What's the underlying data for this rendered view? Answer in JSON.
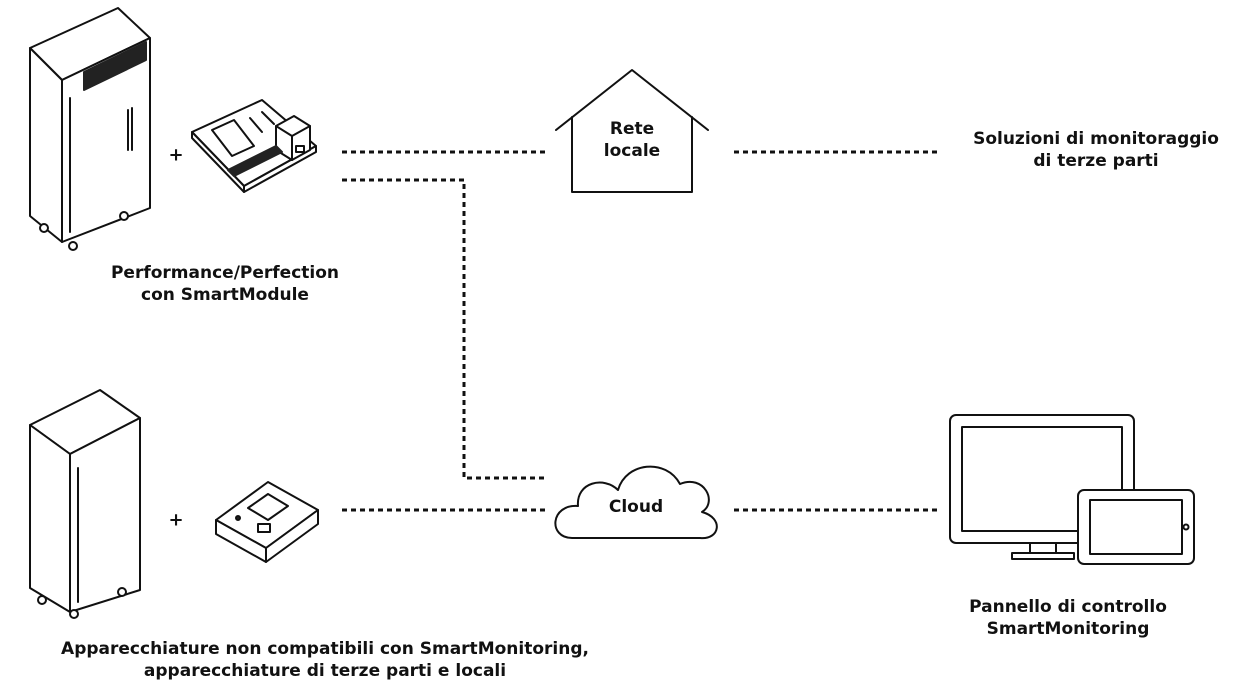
{
  "plus_sign": "+",
  "nodes": {
    "smartmodule_fridge": {
      "line1": "Performance/Perfection",
      "line2": "con SmartModule"
    },
    "local_network": {
      "line1": "Rete",
      "line2": "locale"
    },
    "third_party_monitoring": {
      "line1": "Soluzioni di monitoraggio",
      "line2": "di terze parti"
    },
    "cloud": {
      "label": "Cloud"
    },
    "noncompatible_fridge": {
      "line1": "Apparecchiature non compatibili con SmartMonitoring,",
      "line2": "apparecchiature di terze parti e locali"
    },
    "dashboard": {
      "line1": "Pannello di controllo",
      "line2": "SmartMonitoring"
    }
  },
  "colors": {
    "stroke": "#111111",
    "background": "#ffffff"
  }
}
